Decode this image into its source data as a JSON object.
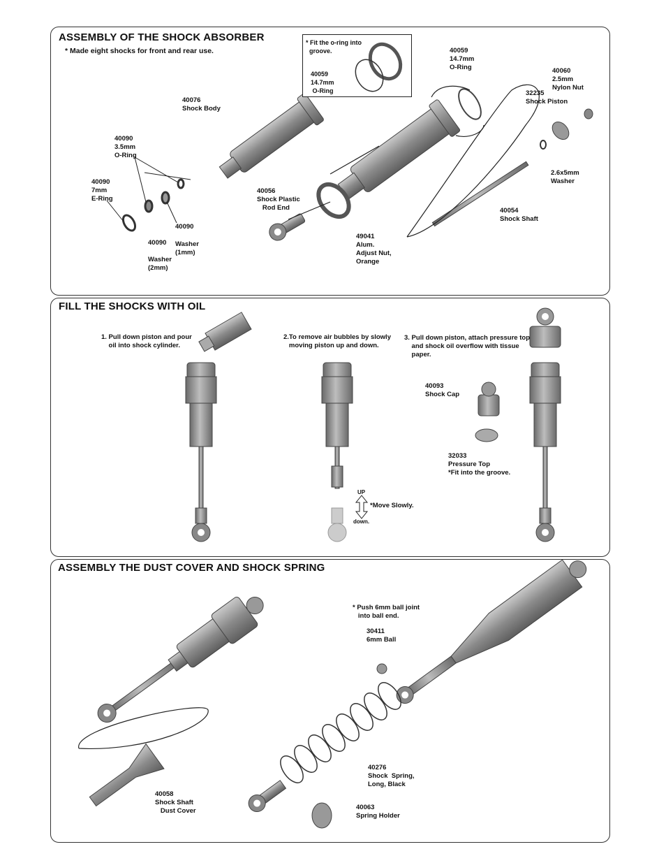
{
  "sections": {
    "assembly": {
      "title": "ASSEMBLY OF THE SHOCK ABSORBER",
      "subtitle": "* Made eight shocks for front and rear use.",
      "note": "* Fit the o-ring into\n  groove.",
      "labels": {
        "oring_box": "40059\n14.7mm\n O-Ring",
        "shock_body": "40076\nShock Body",
        "oring35": "40090\n3.5mm\nO-Ring",
        "ering": "40090\n7mm\nE-Ring",
        "washer1": "40090",
        "washer1_desc": "Washer\n(1mm)",
        "washer2": "40090\n\nWasher\n(2mm)",
        "rod_end": "40056\nShock Plastic\n   Rod End",
        "adjust_nut": "49041\nAlum.\nAdjust Nut,\nOrange",
        "oring147": "40059\n14.7mm\nO-Ring",
        "nylon_nut": "40060\n2.5mm\nNylon Nut",
        "piston": "32235\nShock Piston",
        "washer26": "2.6x5mm\nWasher",
        "shaft": "40054\nShock Shaft"
      }
    },
    "fill": {
      "title": "FILL THE SHOCKS WITH OIL",
      "step1": "1. Pull down piston and pour\n    oil into shock cylinder.",
      "step2": "2.To remove air bubbles by slowly\n   moving piston up and down.",
      "step3": "3. Pull down piston, attach pressure top\n    and shock oil overflow with tissue\n    paper.",
      "cap": "40093\nShock Cap",
      "pressure": "32033\nPressure Top\n*Fit into the groove.",
      "up": "UP",
      "down": "down.",
      "move": "*Move Slowly."
    },
    "dust": {
      "title": "ASSEMBLY THE DUST COVER AND SHOCK SPRING",
      "push": "* Push 6mm ball joint\n   into ball end.",
      "ball": "30411\n6mm Ball",
      "dust_cover": "40058\nShock Shaft\n   Dust Cover",
      "spring": "40276\nShock  Spring,\nLong, Black",
      "holder": "40063\nSpring Holder"
    }
  }
}
